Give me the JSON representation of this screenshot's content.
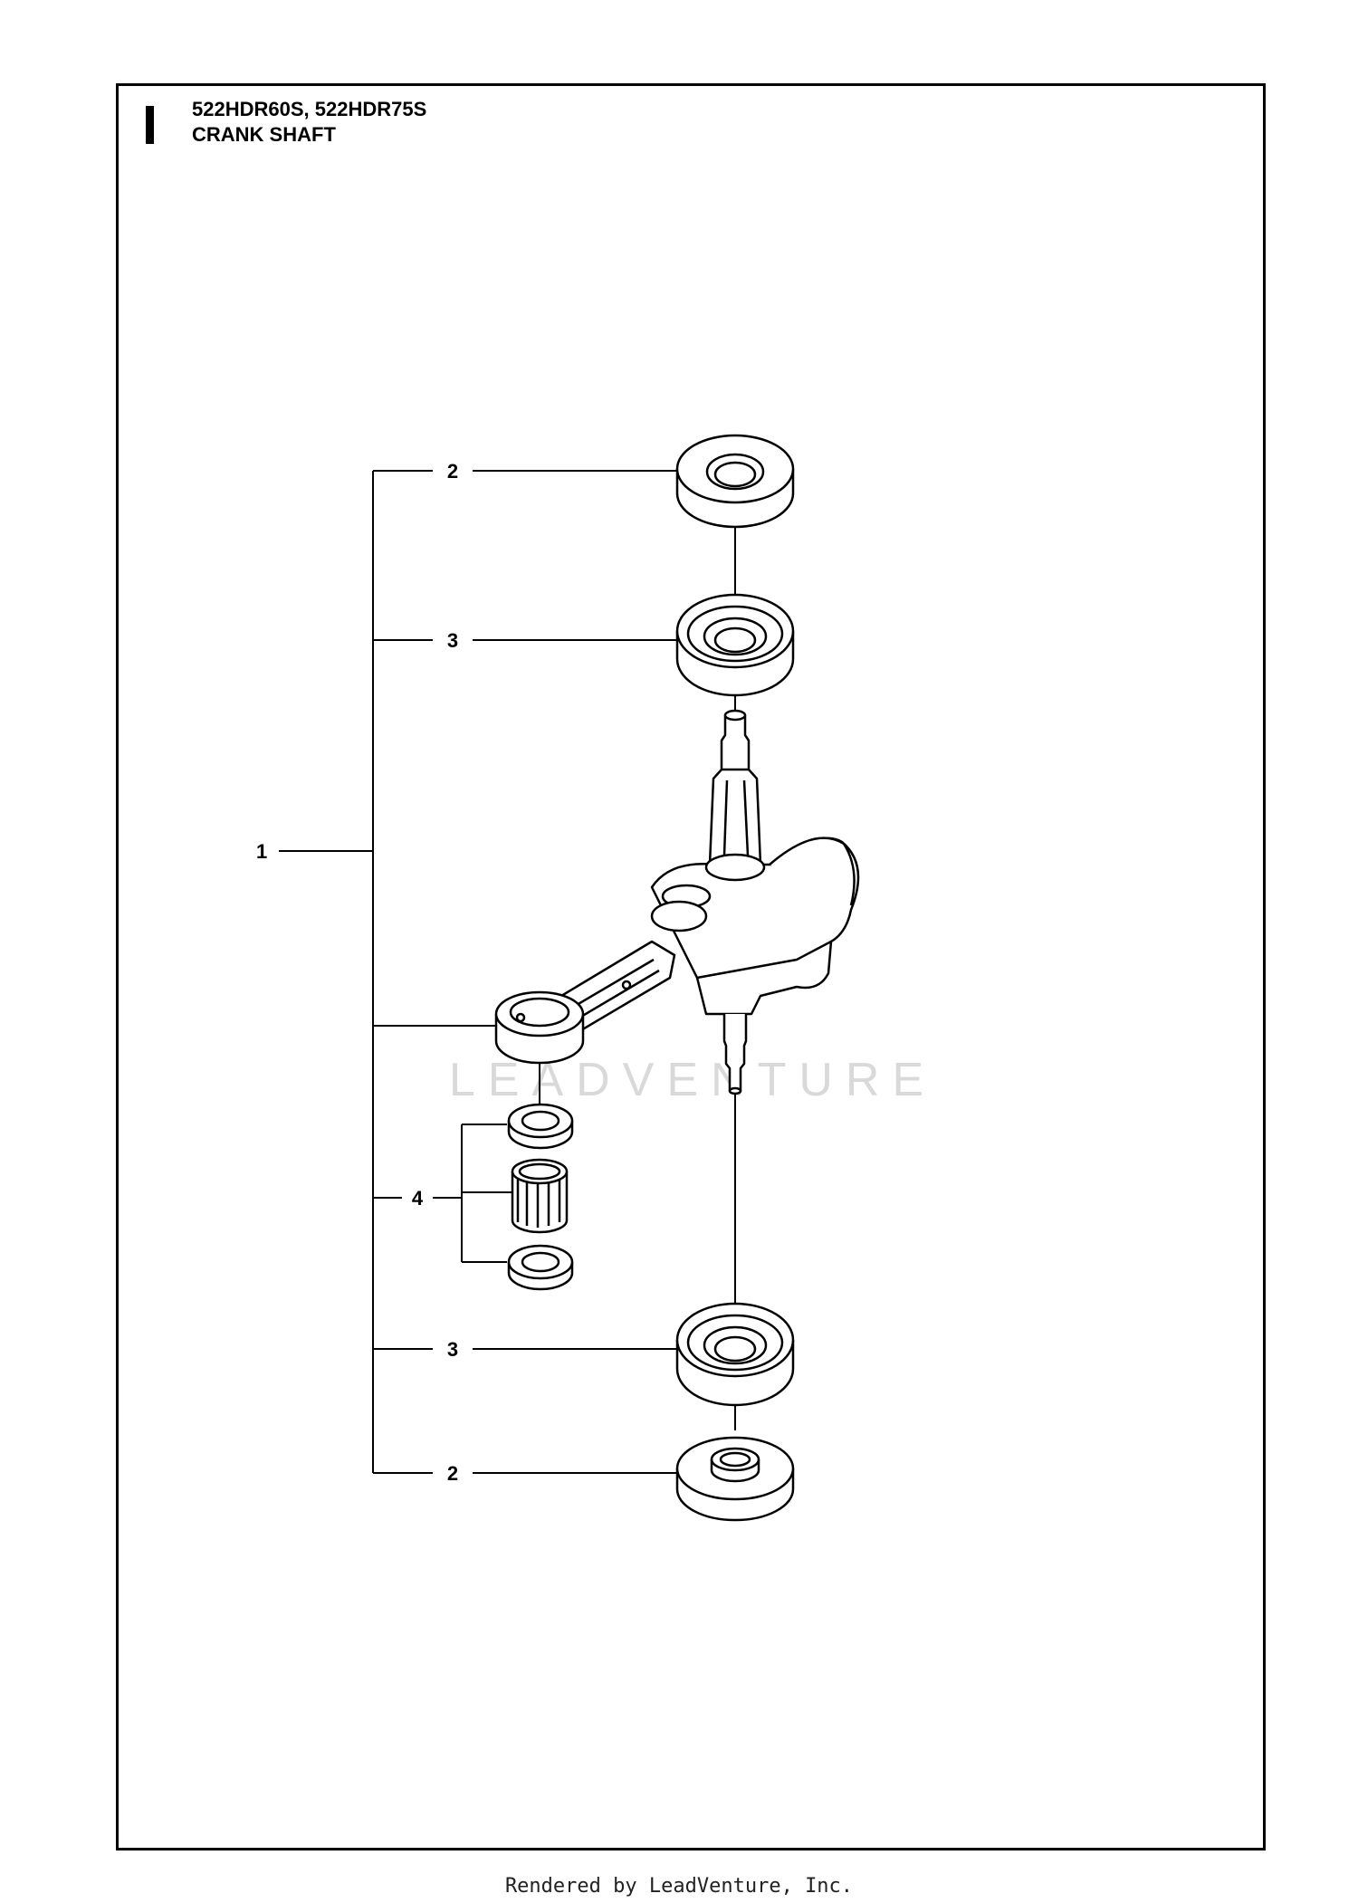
{
  "header": {
    "models": "522HDR60S, 522HDR75S",
    "section": "CRANK SHAFT"
  },
  "callouts": {
    "assembly": "1",
    "seal_top": "2",
    "bearing_top": "3",
    "needle_bearing_kit": "4",
    "bearing_bottom": "3",
    "seal_bottom": "2"
  },
  "watermark": "LEADVENTURE",
  "footer": "Rendered by LeadVenture, Inc."
}
